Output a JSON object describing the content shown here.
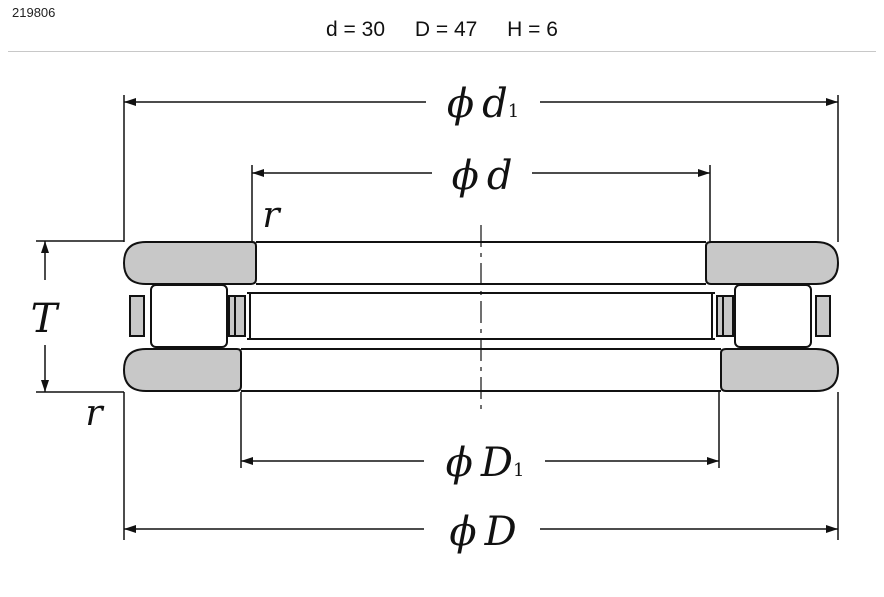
{
  "header": {
    "part_code": "219806",
    "d_label": "d = 30",
    "D_label": "D = 47",
    "H_label": "H = 6"
  },
  "drawing": {
    "phi": "ϕ",
    "d1_main": "d",
    "d1_sub": "1",
    "d_main": "d",
    "D1_main": "D",
    "D1_sub": "1",
    "D_main": "D",
    "T": "T",
    "r_top": "r",
    "r_bottom": "r",
    "colors": {
      "ring_fill": "#c8c8c8",
      "roller_fill": "#ffffff",
      "line": "#111111"
    }
  }
}
